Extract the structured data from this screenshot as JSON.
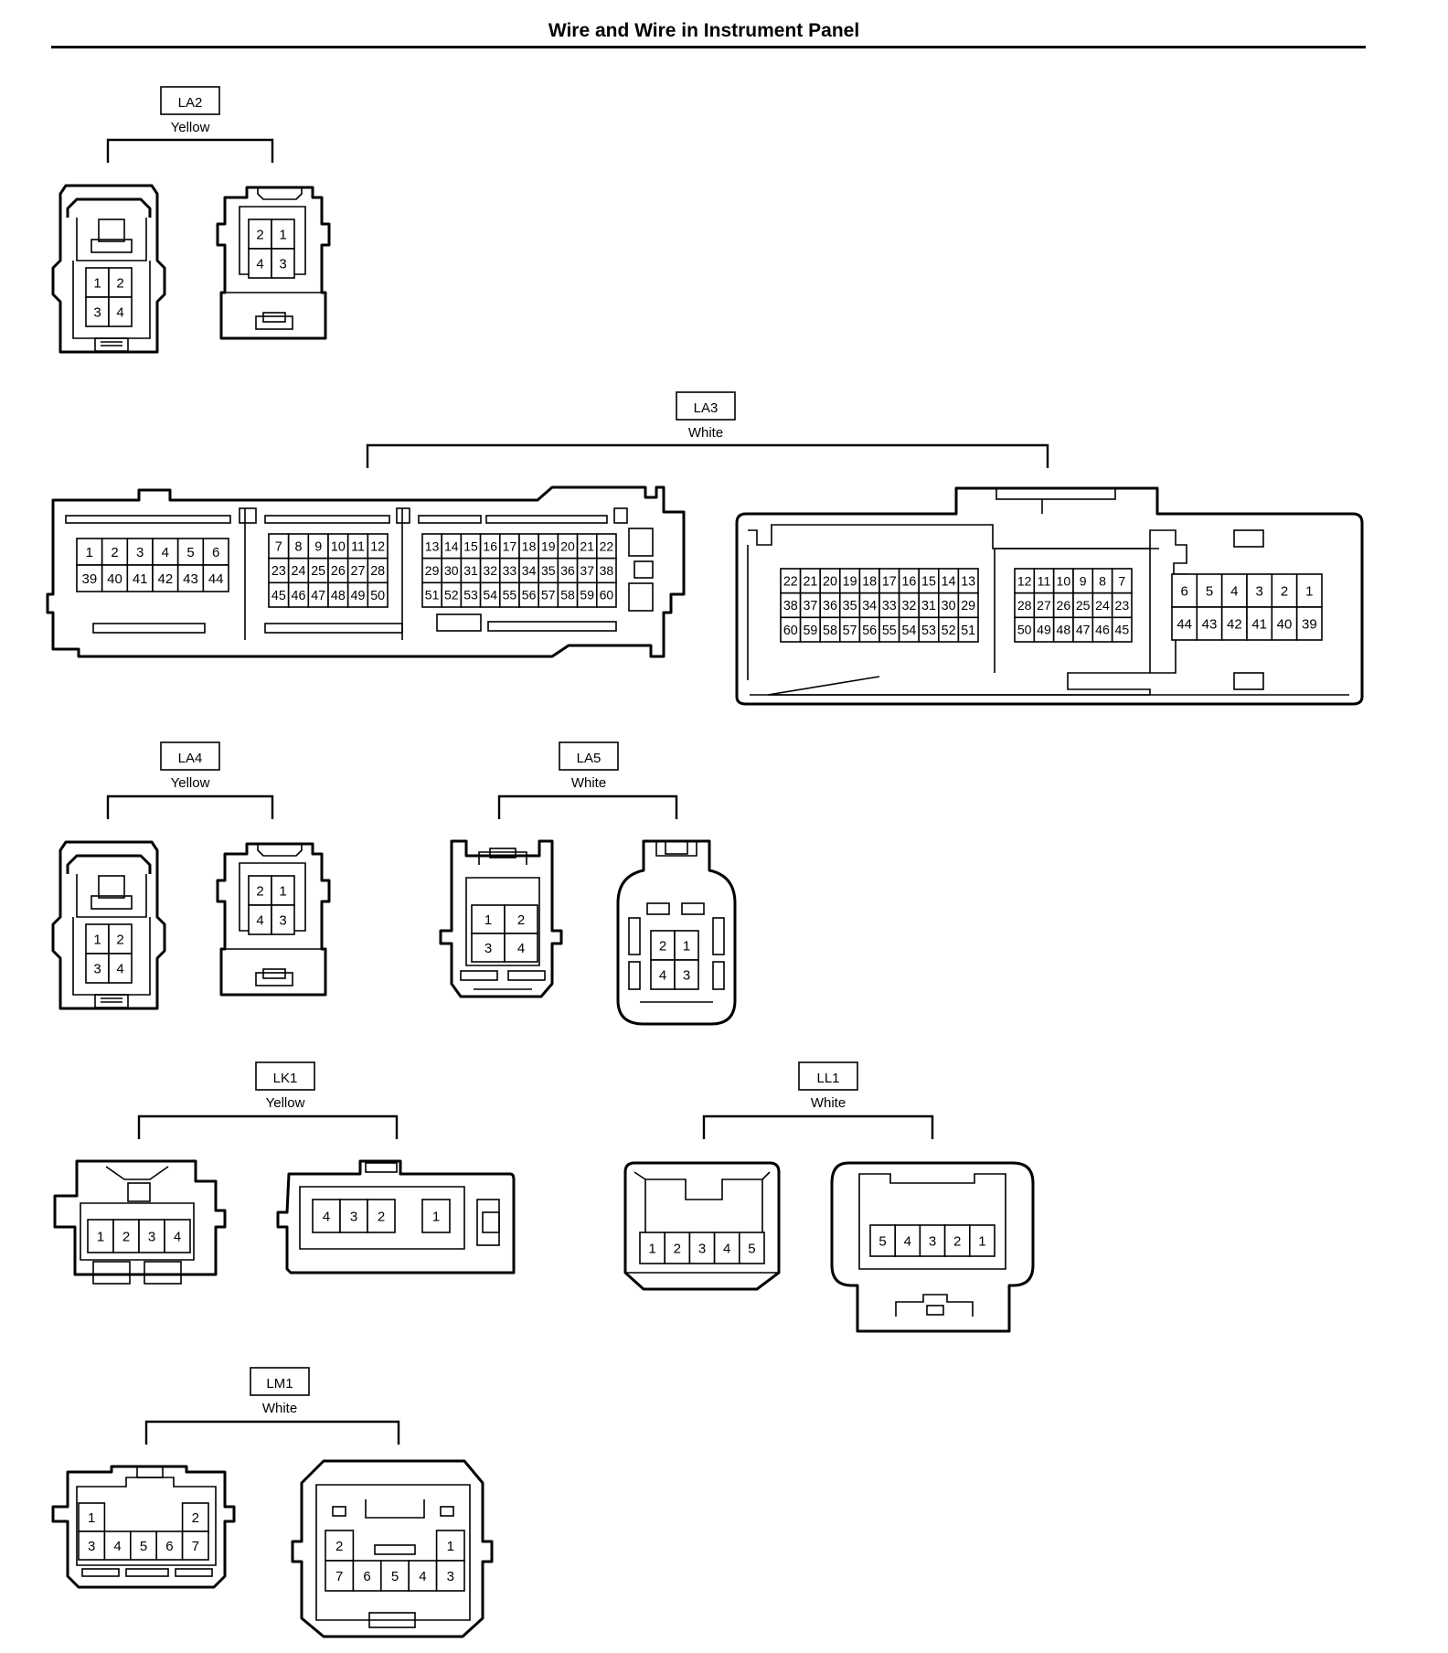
{
  "title": "Wire and Wire in Instrument Panel",
  "connectors": [
    {
      "code": "LA2",
      "color": "Yellow",
      "views": [
        {
          "kind": "female-latch",
          "rows": [
            [
              "1",
              "2"
            ],
            [
              "3",
              "4"
            ]
          ]
        },
        {
          "kind": "male-tab",
          "rows": [
            [
              "2",
              "1"
            ],
            [
              "4",
              "3"
            ]
          ]
        }
      ]
    },
    {
      "code": "LA3",
      "color": "White",
      "views": [
        {
          "kind": "wide-left",
          "blocks": [
            {
              "rows": [
                [
                  "1",
                  "2",
                  "3",
                  "4",
                  "5",
                  "6"
                ],
                [
                  "39",
                  "40",
                  "41",
                  "42",
                  "43",
                  "44"
                ]
              ]
            },
            {
              "rows": [
                [
                  "7",
                  "8",
                  "9",
                  "10",
                  "11",
                  "12"
                ],
                [
                  "23",
                  "24",
                  "25",
                  "26",
                  "27",
                  "28"
                ],
                [
                  "45",
                  "46",
                  "47",
                  "48",
                  "49",
                  "50"
                ]
              ]
            },
            {
              "rows": [
                [
                  "13",
                  "14",
                  "15",
                  "16",
                  "17",
                  "18",
                  "19",
                  "20",
                  "21",
                  "22"
                ],
                [
                  "29",
                  "30",
                  "31",
                  "32",
                  "33",
                  "34",
                  "35",
                  "36",
                  "37",
                  "38"
                ],
                [
                  "51",
                  "52",
                  "53",
                  "54",
                  "55",
                  "56",
                  "57",
                  "58",
                  "59",
                  "60"
                ]
              ]
            }
          ]
        },
        {
          "kind": "wide-right",
          "blocks": [
            {
              "rows": [
                [
                  "22",
                  "21",
                  "20",
                  "19",
                  "18",
                  "17",
                  "16",
                  "15",
                  "14",
                  "13"
                ],
                [
                  "38",
                  "37",
                  "36",
                  "35",
                  "34",
                  "33",
                  "32",
                  "31",
                  "30",
                  "29"
                ],
                [
                  "60",
                  "59",
                  "58",
                  "57",
                  "56",
                  "55",
                  "54",
                  "53",
                  "52",
                  "51"
                ]
              ]
            },
            {
              "rows": [
                [
                  "12",
                  "11",
                  "10",
                  "9",
                  "8",
                  "7"
                ],
                [
                  "28",
                  "27",
                  "26",
                  "25",
                  "24",
                  "23"
                ],
                [
                  "50",
                  "49",
                  "48",
                  "47",
                  "46",
                  "45"
                ]
              ]
            },
            {
              "rows": [
                [
                  "6",
                  "5",
                  "4",
                  "3",
                  "2",
                  "1"
                ],
                [
                  "44",
                  "43",
                  "42",
                  "41",
                  "40",
                  "39"
                ]
              ]
            }
          ]
        }
      ]
    },
    {
      "code": "LA4",
      "color": "Yellow",
      "views": [
        {
          "kind": "female-latch",
          "rows": [
            [
              "1",
              "2"
            ],
            [
              "3",
              "4"
            ]
          ]
        },
        {
          "kind": "male-tab",
          "rows": [
            [
              "2",
              "1"
            ],
            [
              "4",
              "3"
            ]
          ]
        }
      ]
    },
    {
      "code": "LA5",
      "color": "White",
      "views": [
        {
          "kind": "female-box",
          "rows": [
            [
              "1",
              "2"
            ],
            [
              "3",
              "4"
            ]
          ]
        },
        {
          "kind": "male-round",
          "rows": [
            [
              "2",
              "1"
            ],
            [
              "4",
              "3"
            ]
          ]
        }
      ]
    },
    {
      "code": "LK1",
      "color": "Yellow",
      "views": [
        {
          "kind": "female-4",
          "rows": [
            [
              "1",
              "2",
              "3",
              "4"
            ]
          ]
        },
        {
          "kind": "male-4",
          "rows": [
            [
              "4",
              "3",
              "2",
              "",
              "1"
            ]
          ]
        }
      ]
    },
    {
      "code": "LL1",
      "color": "White",
      "views": [
        {
          "kind": "female-5",
          "rows": [
            [
              "1",
              "2",
              "3",
              "4",
              "5"
            ]
          ]
        },
        {
          "kind": "male-5",
          "rows": [
            [
              "5",
              "4",
              "3",
              "2",
              "1"
            ]
          ]
        }
      ]
    },
    {
      "code": "LM1",
      "color": "White",
      "views": [
        {
          "kind": "female-7",
          "rows": [
            [
              "1",
              "",
              "",
              "",
              "2"
            ],
            [
              "3",
              "4",
              "5",
              "6",
              "7"
            ]
          ]
        },
        {
          "kind": "male-7",
          "rows": [
            [
              "2",
              "",
              "",
              "",
              "1"
            ],
            [
              "7",
              "6",
              "5",
              "4",
              "3"
            ]
          ]
        }
      ]
    }
  ]
}
